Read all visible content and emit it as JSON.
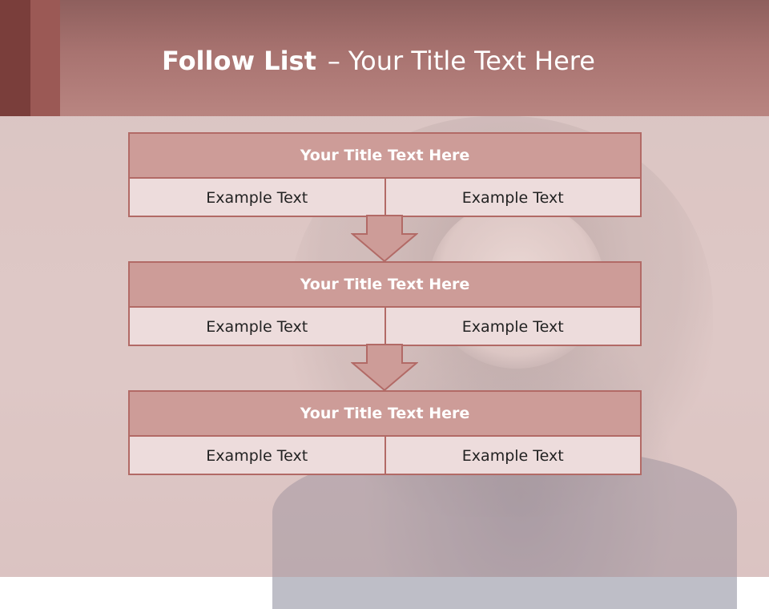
{
  "title": {
    "strong": "Follow List",
    "dash": "–",
    "rest": "Your Title Text Here"
  },
  "boxes": [
    {
      "heading": "Your Title Text Here",
      "left": "Example Text",
      "right": "Example Text"
    },
    {
      "heading": "Your Title Text Here",
      "left": "Example Text",
      "right": "Example Text"
    },
    {
      "heading": "Your Title Text Here",
      "left": "Example Text",
      "right": "Example Text"
    }
  ],
  "colors": {
    "header": "#a87370",
    "accent_dark": "#7a3e3b",
    "accent_mid": "#9b5955",
    "box_header": "#cd9c98",
    "box_border": "#b26a66",
    "box_body": "#eddcdc"
  },
  "icons": {
    "arrow": "down-arrow-icon"
  }
}
